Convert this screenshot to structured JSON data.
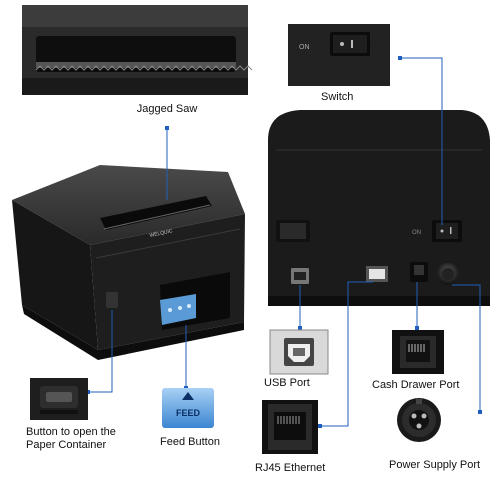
{
  "callouts": {
    "jagged_saw": "Jagged Saw",
    "switch": "Switch",
    "usb_port": "USB Port",
    "cash_drawer_port": "Cash Drawer Port",
    "rj45_ethernet": "RJ45 Ethernet",
    "power_supply_port": "Power Supply Port",
    "feed_button": "Feed Button",
    "paper_button": "Button to open the\nPaper Container"
  },
  "printer": {
    "brand": "WELQUIC",
    "feed_key": "FEED",
    "switch_on": "ON",
    "switch_off": "O"
  },
  "colors": {
    "body": "#1c1c1c",
    "leader": "#1f5fbf",
    "panel_blue": "#5b9bd5"
  }
}
